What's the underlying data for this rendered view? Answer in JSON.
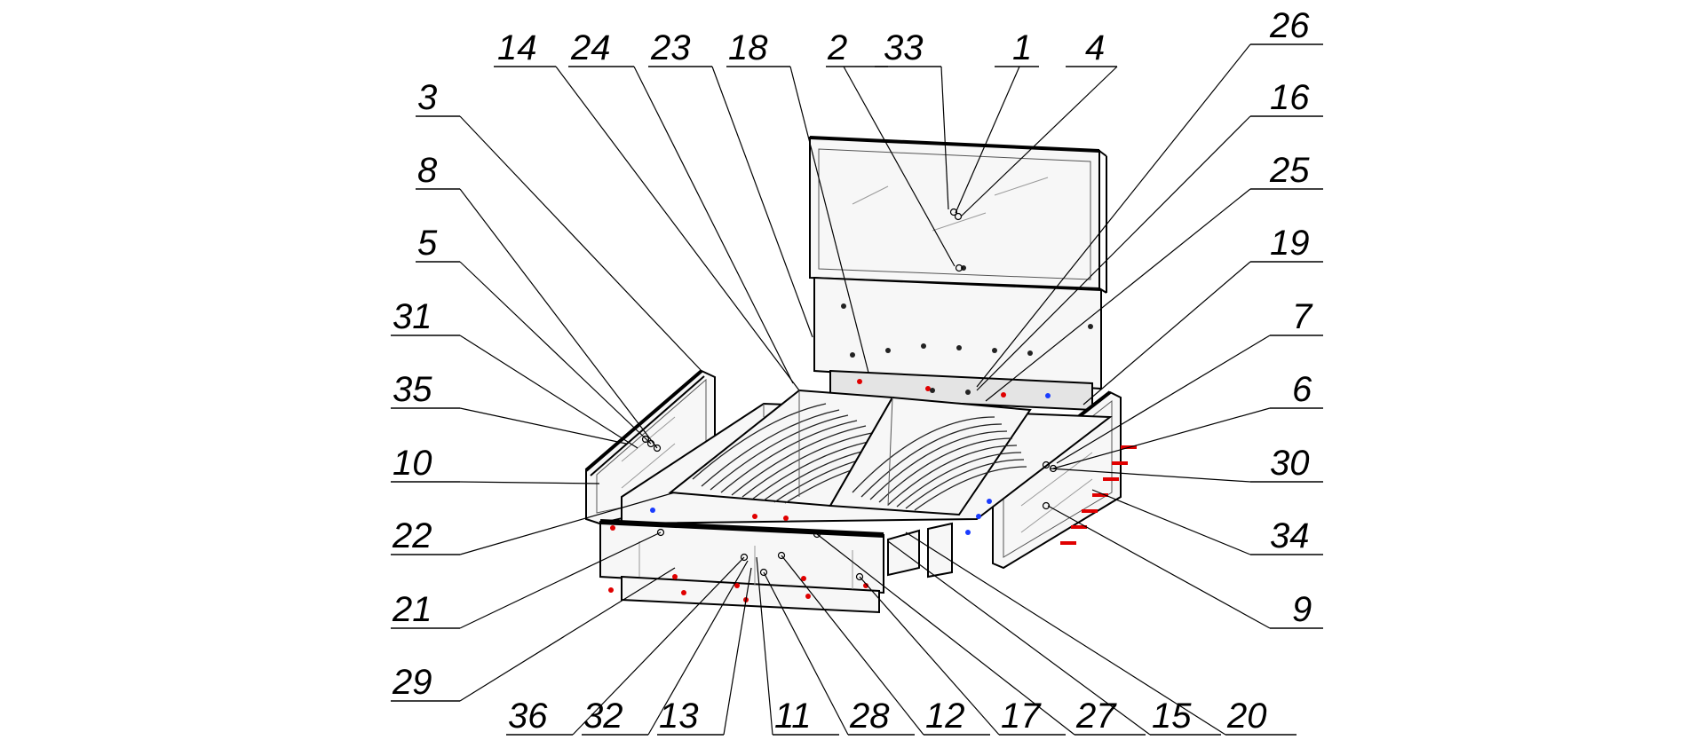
{
  "labels": {
    "top": [
      "14",
      "24",
      "23",
      "18",
      "2",
      "33",
      "1",
      "4"
    ],
    "left": [
      "3",
      "8",
      "5",
      "31",
      "35",
      "10",
      "22",
      "21",
      "29"
    ],
    "right": [
      "26",
      "16",
      "25",
      "19",
      "7",
      "6",
      "30",
      "34",
      "9"
    ],
    "bottom": [
      "36",
      "32",
      "13",
      "11",
      "28",
      "12",
      "17",
      "27",
      "15",
      "20"
    ]
  },
  "colors": {
    "line": "#000000",
    "fastener_red": "#e00000",
    "fastener_blue": "#1a3cff",
    "fastener_dark": "#222222"
  }
}
